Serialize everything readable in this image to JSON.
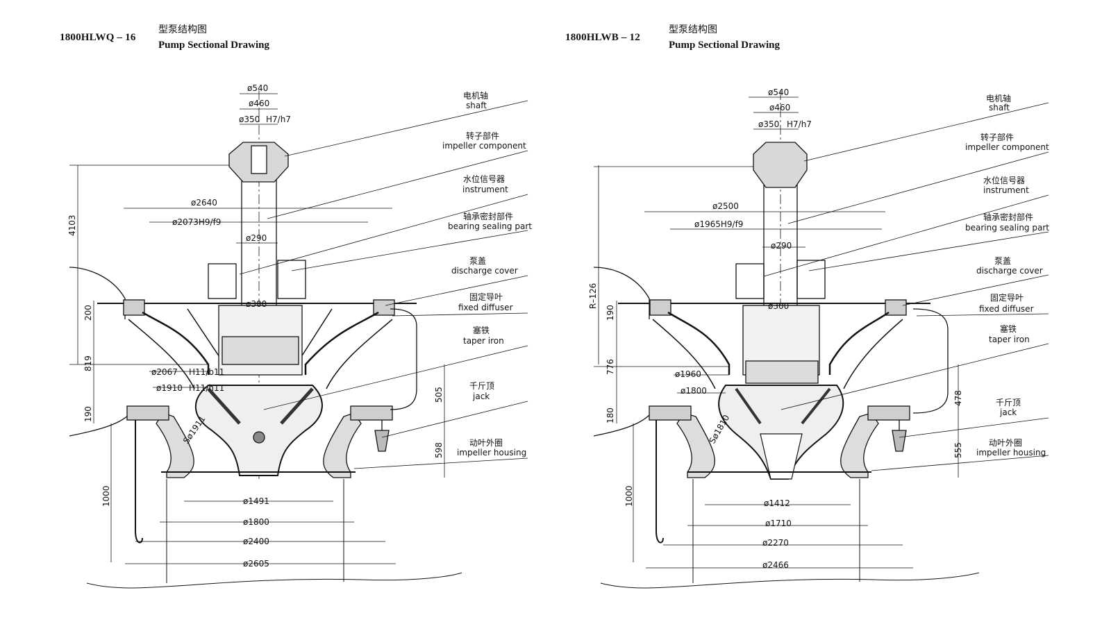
{
  "drawings": [
    {
      "model": "1800HLWQ – 16",
      "title_cn": "型泵结构图",
      "title_en": "Pump Sectional Drawing",
      "labels": [
        {
          "cn": "电机轴",
          "en": "shaft"
        },
        {
          "cn": "转子部件",
          "en": "impeller component"
        },
        {
          "cn": "水位信号器",
          "en": "instrument"
        },
        {
          "cn": "轴承密封部件",
          "en": "bearing sealing part"
        },
        {
          "cn": "泵盖",
          "en": "discharge cover"
        },
        {
          "cn": "固定导叶",
          "en": "fixed diffuser"
        },
        {
          "cn": "塞铁",
          "en": "taper iron"
        },
        {
          "cn": "千斤顶",
          "en": "jack"
        },
        {
          "cn": "动叶外圈",
          "en": "impeller housing"
        }
      ],
      "dims": {
        "shaft_top": [
          "ø540",
          "ø460",
          "ø350"
        ],
        "fit_top": "H7/h7",
        "d_cover": "ø2640",
        "d_fit": "ø2073H9/f9",
        "d_290": "ø290",
        "d_300": "ø300",
        "d_2067": "ø2067",
        "d_1910": "ø1910",
        "fit_a": "H11/b11",
        "fit_b": "H11/h11",
        "sphere": "Sø1911",
        "bot": [
          "ø1491",
          "ø1800",
          "ø2400",
          "ø2605"
        ],
        "v_total": "4103",
        "v_a": "200",
        "v_b": "819",
        "v_c": "190",
        "v_d": "1000",
        "r_a": "505",
        "r_b": "598"
      }
    },
    {
      "model": "1800HLWB – 12",
      "title_cn": "型泵结构图",
      "title_en": "Pump Sectional Drawing",
      "labels": [
        {
          "cn": "电机轴",
          "en": "shaft"
        },
        {
          "cn": "转子部件",
          "en": "impeller component"
        },
        {
          "cn": "水位信号器",
          "en": "instrument"
        },
        {
          "cn": "轴承密封部件",
          "en": "bearing sealing part"
        },
        {
          "cn": "泵盖",
          "en": "discharge cover"
        },
        {
          "cn": "固定导叶",
          "en": "fixed diffuser"
        },
        {
          "cn": "塞铁",
          "en": "taper iron"
        },
        {
          "cn": "千斤顶",
          "en": "jack"
        },
        {
          "cn": "动叶外圈",
          "en": "impeller housing"
        }
      ],
      "dims": {
        "shaft_top": [
          "ø540",
          "ø460",
          "ø350"
        ],
        "fit_top": "H7/h7",
        "d_cover": "ø2500",
        "d_fit": "ø1965H9/f9",
        "d_290": "ø290",
        "d_300": "ø300",
        "d_2067": "ø1960",
        "d_1910": "ø1800",
        "fit_a": "",
        "fit_b": "",
        "sphere": "Sø1810",
        "bot": [
          "ø1412",
          "ø1710",
          "ø2270",
          "ø2466"
        ],
        "v_total": "R–126",
        "v_a": "190",
        "v_b": "776",
        "v_c": "180",
        "v_d": "1000",
        "r_a": "478",
        "r_b": "555"
      }
    }
  ]
}
